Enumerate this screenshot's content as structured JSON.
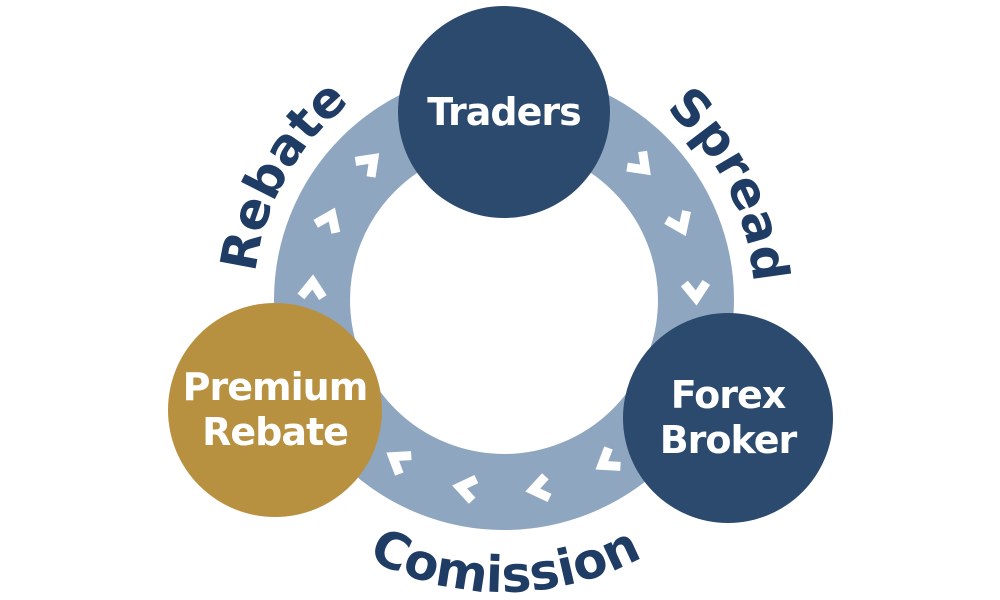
{
  "diagram": {
    "type": "cycle-flow",
    "direction": "clockwise",
    "background": "#ffffff",
    "colors": {
      "ring": "#8ea6c0",
      "node_navy": "#2c4a6e",
      "node_gold": "#b89140",
      "flow_label_text": "#1f3c64",
      "node_text": "#ffffff",
      "arrow": "#ffffff"
    }
  },
  "nodes": [
    {
      "id": "traders",
      "lines": [
        "Traders"
      ],
      "color_role": "navy"
    },
    {
      "id": "forex-broker",
      "lines": [
        "Forex",
        "Broker"
      ],
      "color_role": "navy"
    },
    {
      "id": "premium-rebate",
      "lines": [
        "Premium",
        "Rebate"
      ],
      "color_role": "gold"
    }
  ],
  "flow_labels": [
    {
      "id": "rebate",
      "text": "Rebate",
      "position": "upper-left",
      "from": "premium-rebate",
      "to": "traders"
    },
    {
      "id": "spread",
      "text": "Spread",
      "position": "upper-right",
      "from": "traders",
      "to": "forex-broker"
    },
    {
      "id": "comission",
      "text": "Comission",
      "position": "bottom",
      "from": "forex-broker",
      "to": "premium-rebate"
    }
  ]
}
